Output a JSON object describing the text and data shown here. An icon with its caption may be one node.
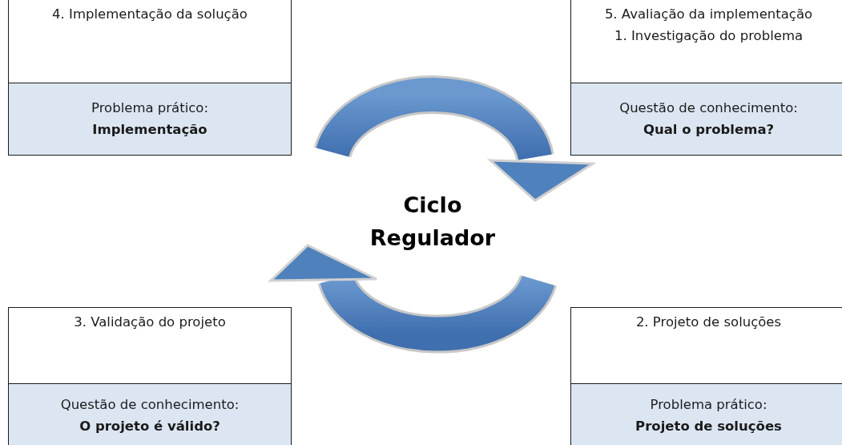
{
  "diagram": {
    "nodes": [
      {
        "text": [
          "4. Implementação da solução"
        ]
      },
      {
        "text": [
          "Problema prático:",
          "Implementação"
        ]
      },
      {
        "text": [
          "5. Avaliação da implementação",
          "1. Investigação do problema"
        ]
      },
      {
        "text": [
          "Questão de conhecimento:",
          "Qual o problema?"
        ]
      },
      {
        "text": [
          "3. Validação do projeto"
        ]
      },
      {
        "text": [
          "Questão de conhecimento:",
          "O projeto é válido?"
        ]
      },
      {
        "text": [
          "2. Projeto de soluções"
        ]
      },
      {
        "text": [
          "Problema prático:",
          "Projeto de soluções"
        ]
      }
    ],
    "edges": [],
    "labels": [
      "Ciclo Regulador"
    ]
  }
}
